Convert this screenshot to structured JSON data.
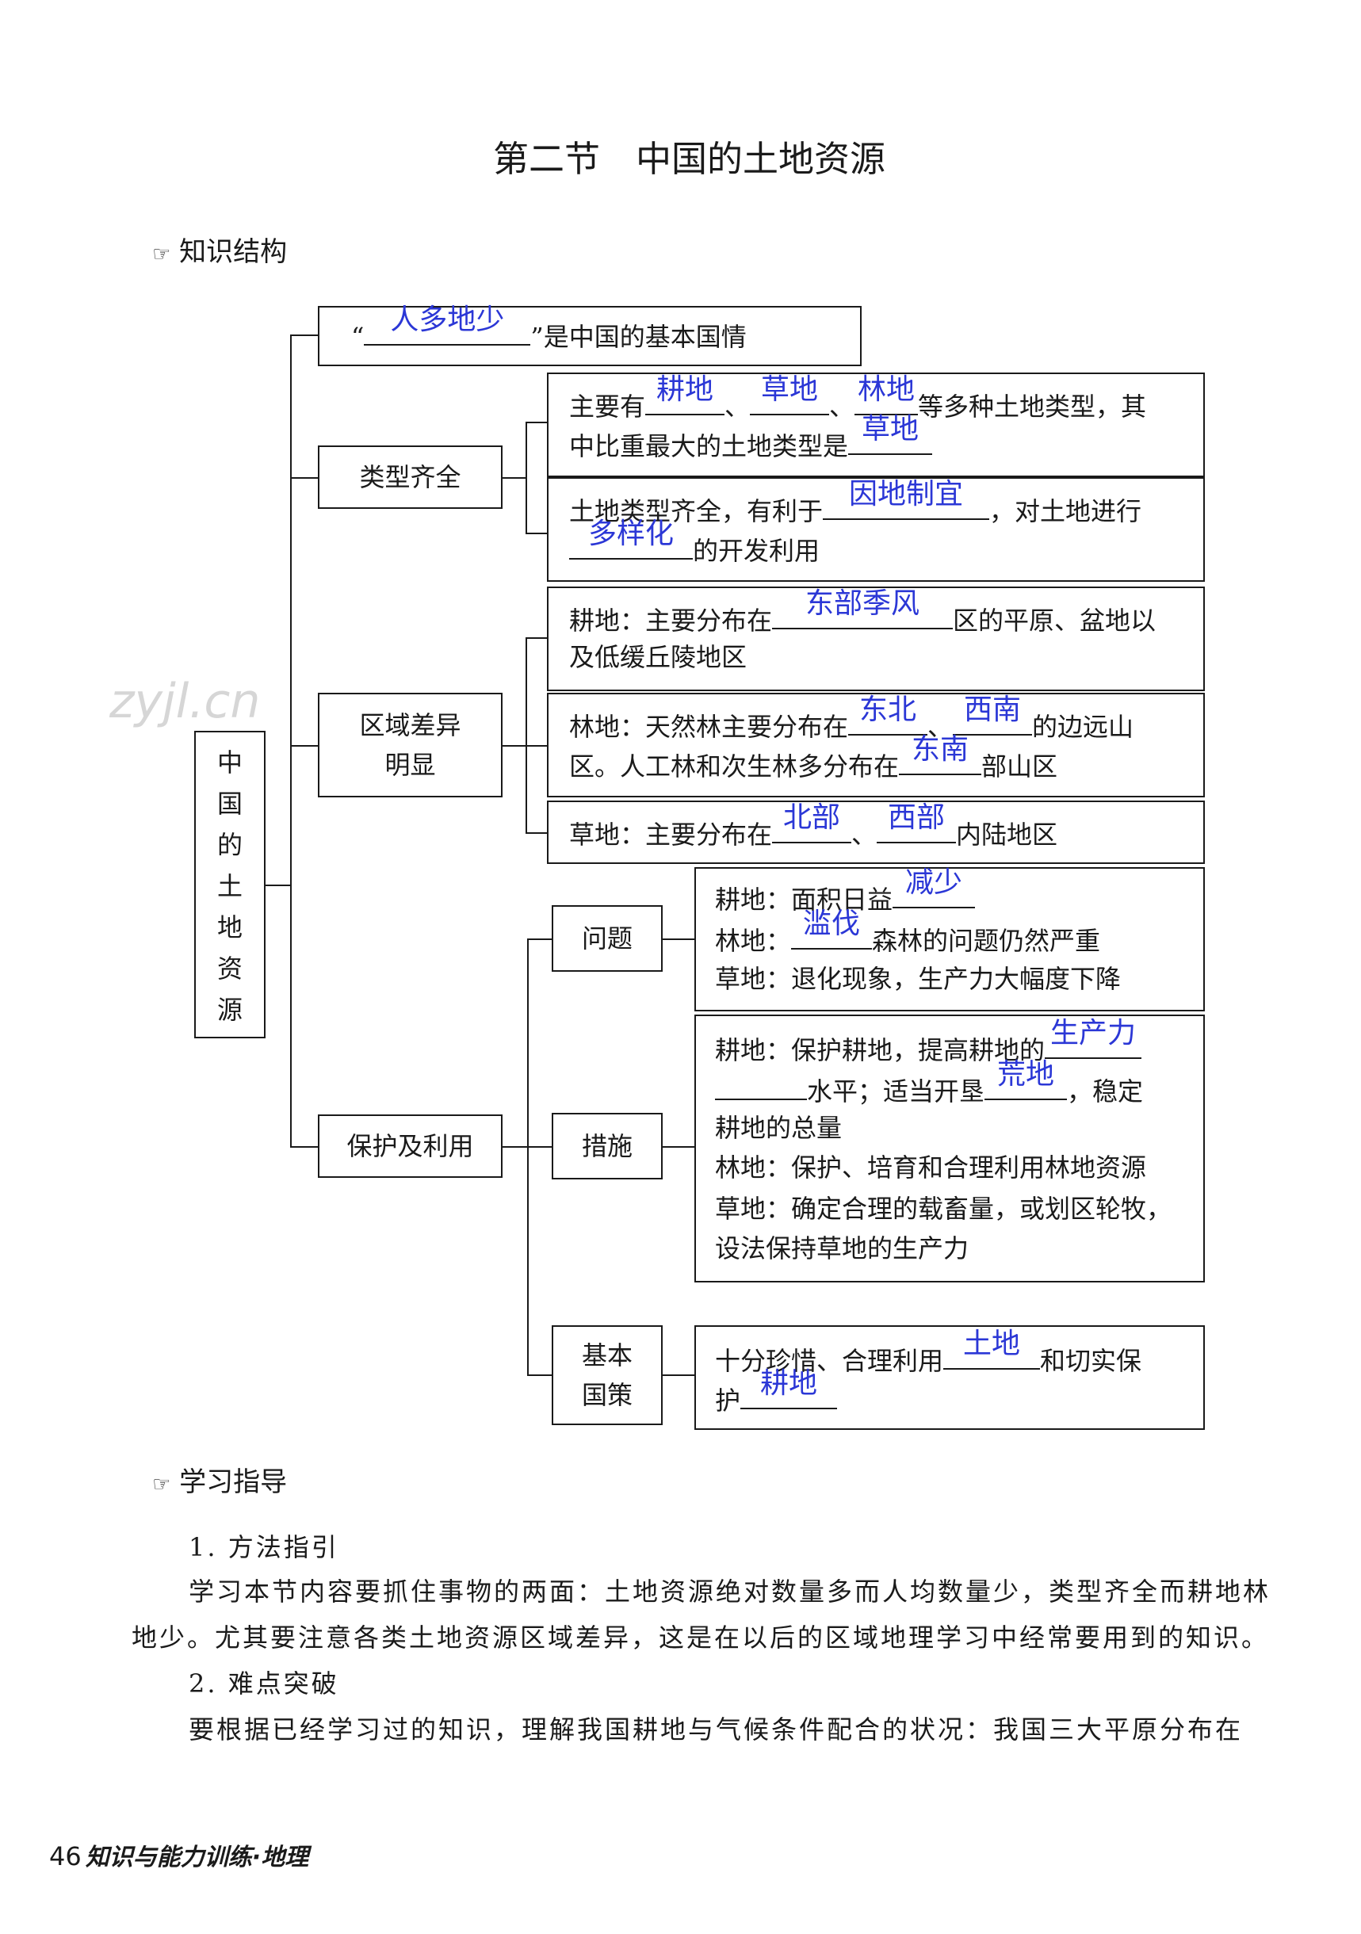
{
  "title": "第二节　中国的土地资源",
  "sections": {
    "structure": "知识结构",
    "guide": "学习指导"
  },
  "root": "中国的土地资源",
  "basic": {
    "q1": "“",
    "a1": "人多地少",
    "q2": "”是中国的基本国情"
  },
  "branches": {
    "types": "类型齐全",
    "regional": "区域差异明显",
    "protect": "保护及利用"
  },
  "types": {
    "b1_pre": "主要有",
    "a_arable": "耕地",
    "sep1": "、",
    "a_grass": "草地",
    "sep2": "、",
    "a_forest": "林地",
    "b1_post": "等多种土地类型，其",
    "b1_line2": "中比重最大的土地类型是",
    "a_largest": "草地",
    "b2_pre": "土地类型齐全，有利于",
    "a_adapt": "因地制宜",
    "b2_post": "，对土地进行",
    "a_diverse": "多样化",
    "b2_line2": "的开发利用"
  },
  "regional": {
    "arable_pre": "耕地：主要分布在",
    "a_east_monsoon": "东部季风",
    "arable_post": "区的平原、盆地以",
    "arable_line2": "及低缓丘陵地区",
    "forest_pre": "林地：天然林主要分布在",
    "a_ne": "东北",
    "sep": "、",
    "a_sw": "西南",
    "forest_post": "的边远山",
    "forest_line2_pre": "区。人工林和次生林多分布在",
    "a_se": "东南",
    "forest_line2_post": "部山区",
    "grass_pre": "草地：主要分布在",
    "a_north": "北部",
    "sep2": "、",
    "a_west": "西部",
    "grass_post": "内陆地区"
  },
  "protect": {
    "problem_label": "问题",
    "measure_label": "措施",
    "policy_label": "基本国策",
    "p1_pre": "耕地：面积日益",
    "a_reduce": "减少",
    "p2_pre": "林地：",
    "a_overcut": "滥伐",
    "p2_post": "森林的问题仍然严重",
    "p3": "草地：退化现象，生产力大幅度下降",
    "m1_pre": "耕地：保护耕地，提高耕地的",
    "a_productivity": "生产力",
    "m1b_post_pre": "水平；适当开垦",
    "a_wasteland": "荒地",
    "m1b_post": "，稳定",
    "m1c": "耕地的总量",
    "m2": "林地：保护、培育和合理利用林地资源",
    "m3": "草地：确定合理的载畜量，或划区轮牧，",
    "m3b": "设法保持草地的生产力",
    "pol_pre": "十分珍惜、合理利用",
    "a_land": "土地",
    "pol_post": "和切实保",
    "pol2_pre": "护",
    "a_arable2": "耕地"
  },
  "guide": {
    "h1": "1. 方法指引",
    "p1a": "学习本节内容要抓住事物的两面：土地资源绝对数量多而人均数量少，类型齐全而耕地林",
    "p1b": "地少。尤其要注意各类土地资源区域差异，这是在以后的区域地理学习中经常要用到的知识。",
    "h2": "2. 难点突破",
    "p2a": "要根据已经学习过的知识，理解我国耕地与气候条件配合的状况：我国三大平原分布在"
  },
  "watermark": "zyjl.cn",
  "footer": {
    "page": "46",
    "book": "知识与能力训练·地理"
  }
}
